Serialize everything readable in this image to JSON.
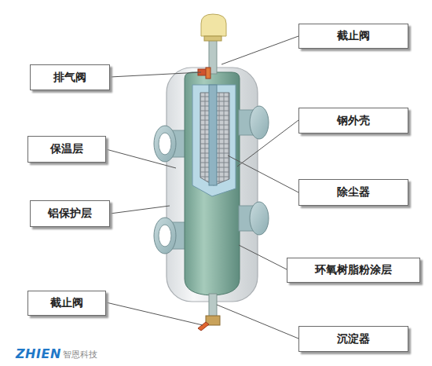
{
  "diagram": {
    "nodes": [
      {
        "text": [
          "截止阀"
        ]
      },
      {
        "text": [
          "排气阀"
        ]
      },
      {
        "text": [
          "钢外壳"
        ]
      },
      {
        "text": [
          "保温层"
        ]
      },
      {
        "text": [
          "除尘器"
        ]
      },
      {
        "text": [
          "铝保护层"
        ]
      },
      {
        "text": [
          "环氧树脂粉涂层"
        ]
      },
      {
        "text": [
          "截止阀"
        ]
      },
      {
        "text": [
          "沉淀器"
        ]
      }
    ],
    "labels": [
      "ZHIEN",
      "智恩科技"
    ]
  }
}
